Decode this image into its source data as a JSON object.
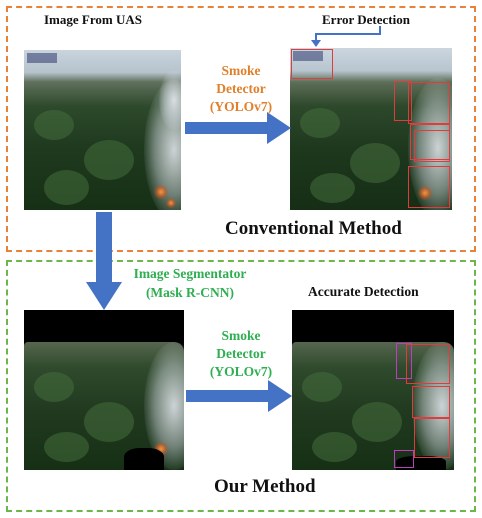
{
  "labels": {
    "image_from_uas": "Image From UAS",
    "error_detection": "Error Detection",
    "smoke_detector_top_line1": "Smoke",
    "smoke_detector_top_line2": "Detector",
    "smoke_detector_top_line3": "(YOLOv7)",
    "conventional_method": "Conventional Method",
    "image_segmentator_line1": "Image Segmentator",
    "image_segmentator_line2": "(Mask R-CNN)",
    "accurate_detection": "Accurate Detection",
    "smoke_detector_bottom_line1": "Smoke",
    "smoke_detector_bottom_line2": "Detector",
    "smoke_detector_bottom_line3": "(YOLOv7)",
    "our_method": "Our Method"
  },
  "colors": {
    "top_panel_border": "#e8823a",
    "bottom_panel_border": "#6cb64a",
    "arrow_blue": "#4472c4",
    "orange_text": "#e0802a",
    "green_text": "#2fae52",
    "box_red": "#e23b3b"
  }
}
